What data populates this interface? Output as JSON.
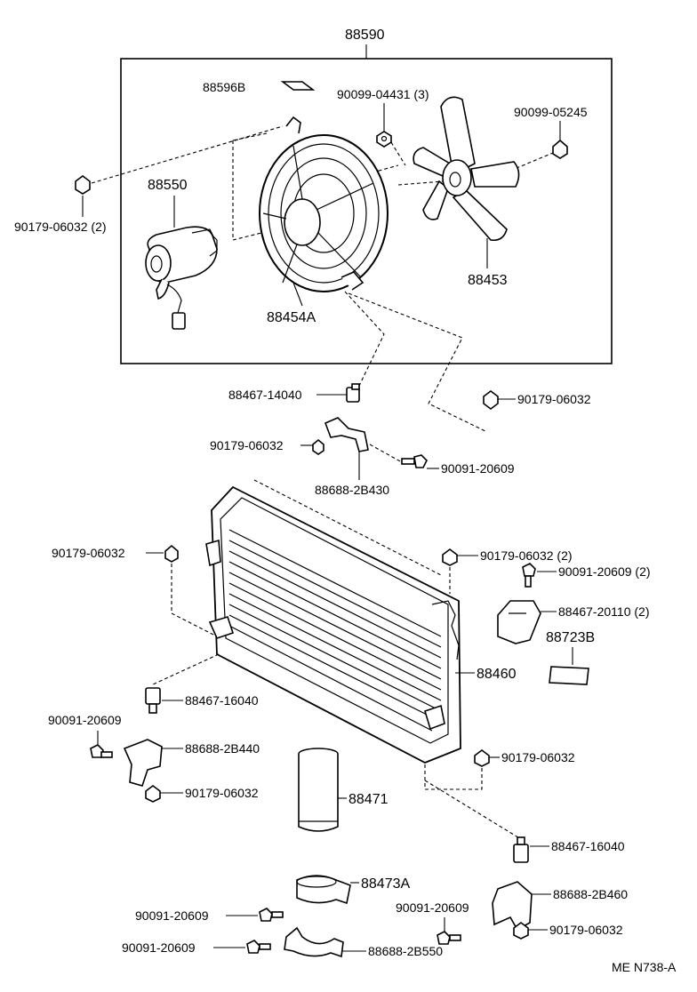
{
  "figure_code": "ME N738-A",
  "assembly": {
    "part_no": "88590"
  },
  "parts": {
    "plate_88596B": "88596B",
    "screw_90099_04431": "90099-04431 (3)",
    "nut_90099_05245": "90099-05245",
    "nut_90179_06032_top": "90179-06032 (2)",
    "motor": "88550",
    "fan": "88453",
    "shroud": "88454A",
    "sensor_88467_14040": "88467-14040",
    "nut_90179_06032_mid_right": "90179-06032",
    "nut_90179_06032_mid_left": "90179-06032",
    "bolt_90091_20609_mid": "90091-20609",
    "bracket_88688_2B430": "88688-2B430",
    "nut_90179_06032_left": "90179-06032",
    "nut_90179_06032_right": "90179-06032 (2)",
    "bolt_90091_20609_right": "90091-20609 (2)",
    "bracket_88467_20110": "88467-20110 (2)",
    "label_88723B": "88723B",
    "condenser": "88460",
    "sensor_88467_16040_left": "88467-16040",
    "bolt_90091_20609_left": "90091-20609",
    "bracket_88688_2B440": "88688-2B440",
    "nut_90179_06032_lower_left": "90179-06032",
    "nut_90179_06032_lower_right": "90179-06032",
    "receiver": "88471",
    "sensor_88467_16040_right": "88467-16040",
    "clamp_88473A": "88473A",
    "bracket_88688_2B460": "88688-2B460",
    "bolt_90091_20609_bottom_a": "90091-20609",
    "bolt_90091_20609_bottom_b": "90091-20609",
    "bolt_90091_20609_bottom_right": "90091-20609",
    "nut_90179_06032_bottom_right": "90179-06032",
    "bracket_88688_2B550": "88688-2B550"
  }
}
